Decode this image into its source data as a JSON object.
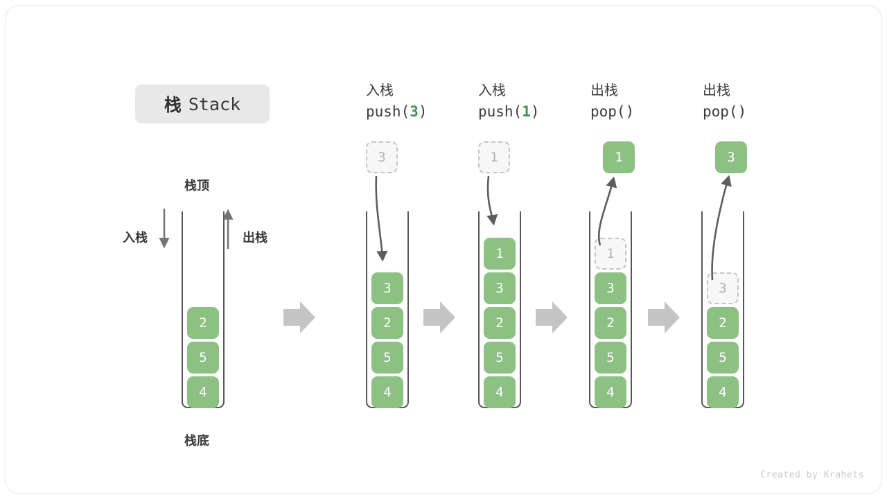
{
  "title": {
    "cn": "栈",
    "en": "Stack"
  },
  "labels": {
    "top": "栈顶",
    "bottom": "栈底",
    "push": "入栈",
    "pop": "出栈"
  },
  "colors": {
    "element": "#8cc183",
    "element_text": "#ffffff",
    "ghost_fill": "#f7f7f7",
    "ghost_border": "#c4c4c4",
    "ghost_text": "#b4b4b4",
    "tube": "#565656",
    "accent_green": "#3f9150",
    "step_arrow": "#c4c4c4",
    "text": "#3a3a3a",
    "badge_bg": "#e8e8e8"
  },
  "steps": [
    {
      "id": "initial",
      "header": null,
      "stack": [
        {
          "value": "4",
          "state": "solid"
        },
        {
          "value": "5",
          "state": "solid"
        },
        {
          "value": "2",
          "state": "solid"
        }
      ],
      "float": null
    },
    {
      "id": "push-3",
      "header": {
        "line1": "入栈",
        "prefix": "push(",
        "arg": "3",
        "suffix": ")"
      },
      "stack": [
        {
          "value": "4",
          "state": "solid"
        },
        {
          "value": "5",
          "state": "solid"
        },
        {
          "value": "2",
          "state": "solid"
        },
        {
          "value": "3",
          "state": "solid"
        }
      ],
      "float": {
        "value": "3",
        "state": "ghost",
        "direction": "in"
      }
    },
    {
      "id": "push-1",
      "header": {
        "line1": "入栈",
        "prefix": "push(",
        "arg": "1",
        "suffix": ")"
      },
      "stack": [
        {
          "value": "4",
          "state": "solid"
        },
        {
          "value": "5",
          "state": "solid"
        },
        {
          "value": "2",
          "state": "solid"
        },
        {
          "value": "3",
          "state": "solid"
        },
        {
          "value": "1",
          "state": "solid"
        }
      ],
      "float": {
        "value": "1",
        "state": "ghost",
        "direction": "in"
      }
    },
    {
      "id": "pop-1",
      "header": {
        "line1": "出栈",
        "prefix": "pop(",
        "arg": "",
        "suffix": ")"
      },
      "stack": [
        {
          "value": "4",
          "state": "solid"
        },
        {
          "value": "5",
          "state": "solid"
        },
        {
          "value": "2",
          "state": "solid"
        },
        {
          "value": "3",
          "state": "solid"
        },
        {
          "value": "1",
          "state": "ghost"
        }
      ],
      "float": {
        "value": "1",
        "state": "solid",
        "direction": "out"
      }
    },
    {
      "id": "pop-3",
      "header": {
        "line1": "出栈",
        "prefix": "pop(",
        "arg": "",
        "suffix": ")"
      },
      "stack": [
        {
          "value": "4",
          "state": "solid"
        },
        {
          "value": "5",
          "state": "solid"
        },
        {
          "value": "2",
          "state": "solid"
        },
        {
          "value": "3",
          "state": "ghost"
        }
      ],
      "float": {
        "value": "3",
        "state": "solid",
        "direction": "out"
      }
    }
  ],
  "footer": "Created by Krahets"
}
